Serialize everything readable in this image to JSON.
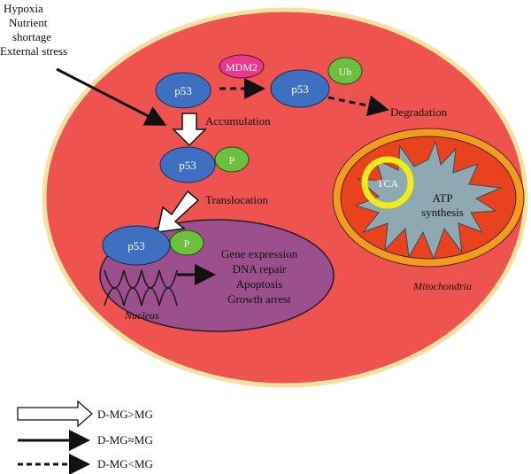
{
  "stimuli": [
    "Hypoxia",
    "Nutrient",
    "shortage",
    "External stress"
  ],
  "labels": {
    "p53_top": "p53",
    "mdm2": "MDM2",
    "p53_ub": "p53",
    "ub": "Ub",
    "degradation": "Degradation",
    "accumulation": "Accumulation",
    "p53_mid": "p53",
    "p_mid": "P",
    "translocation": "Translocation",
    "p53_nuc": "p53",
    "p_nuc": "P",
    "nucleus": "Nucleus",
    "outcomes": [
      "Gene expression",
      "DNA repair",
      "Apoptosis",
      "Growth arrest"
    ],
    "tca": "TCA",
    "atp": [
      "ATP",
      "synthesis"
    ],
    "mitochondria": "Mitochondria"
  },
  "legend": [
    {
      "style": "hollow-arrow",
      "label": "D-MG>MG"
    },
    {
      "style": "solid-arrow",
      "label": "D-MG≈MG"
    },
    {
      "style": "dashed-arrow",
      "label": "D-MG<MG"
    }
  ],
  "colors": {
    "cell_fill": "#ef5350",
    "cell_border": "#f7e1a0",
    "protein_blue": "#3f6fc0",
    "mdm2_pink": "#e8398f",
    "phospho_green": "#6cbf3f",
    "nucleus_purple": "#9c4f8d",
    "mito_orange": "#f39a1f",
    "mito_inner": "#e8421f",
    "cristae_gray": "#8fa9b2",
    "tca_yellow": "#f3ea1a"
  }
}
